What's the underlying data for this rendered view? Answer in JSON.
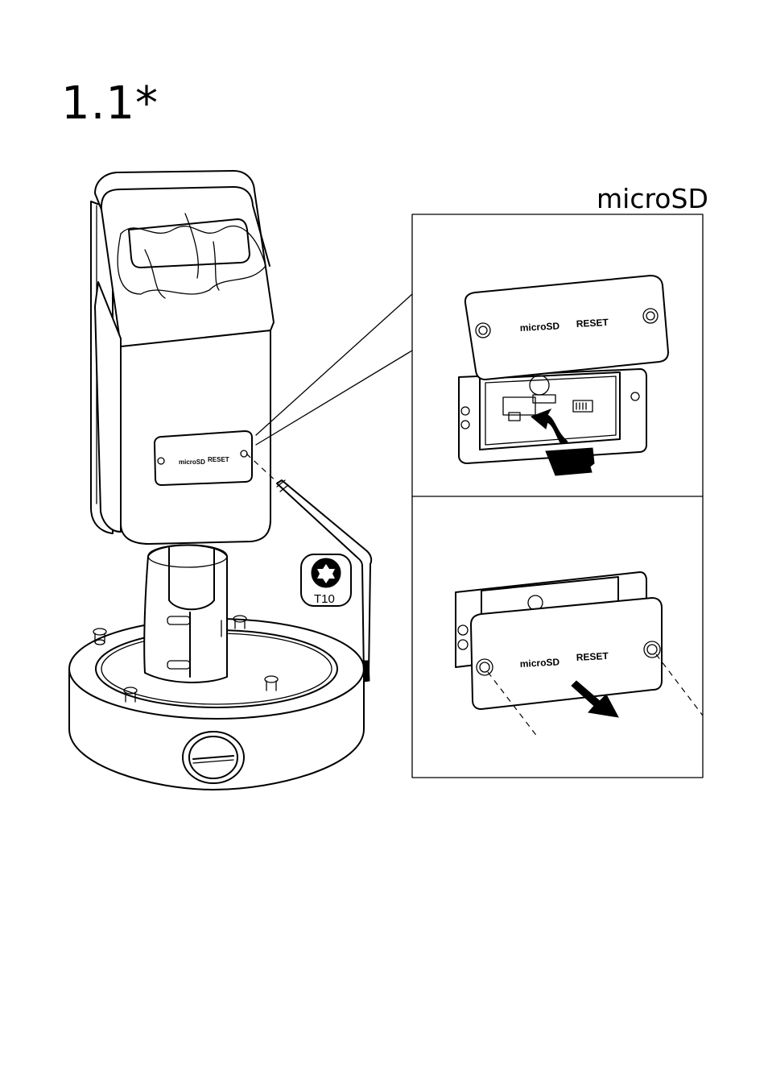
{
  "page": {
    "step_number": "1.1*",
    "section_label": "microSD"
  },
  "camera_panel": {
    "microsd_label": "microSD",
    "reset_label": "RESET"
  },
  "detail_top": {
    "microsd_label": "microSD",
    "reset_label": "RESET"
  },
  "detail_bottom": {
    "microsd_label": "microSD",
    "reset_label": "RESET"
  },
  "tool": {
    "size_label": "T10",
    "icon": "torx-icon"
  }
}
